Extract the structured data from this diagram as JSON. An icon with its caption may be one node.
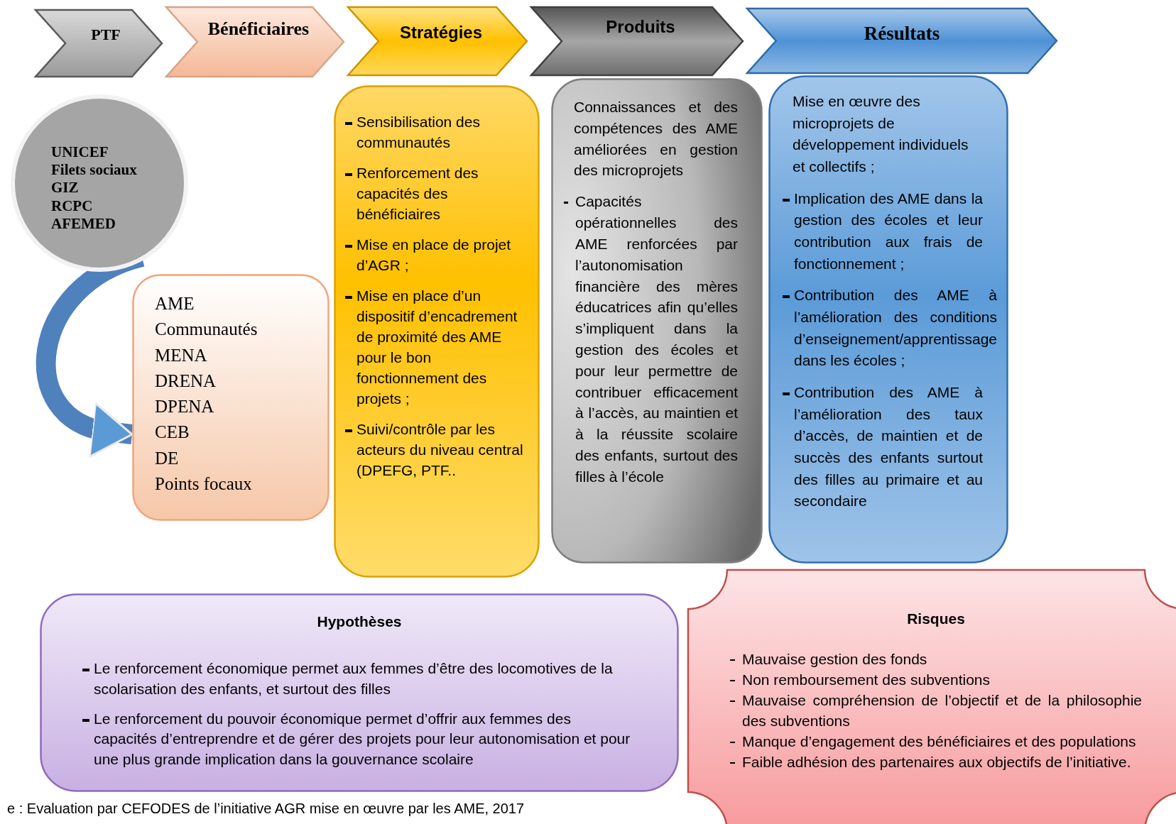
{
  "diagram": {
    "caption": "e : Evaluation par CEFODES de l’initiative AGR mise en œuvre par les AME, 2017",
    "nodes": [
      {
        "text": [
          "PTF"
        ]
      },
      {
        "text": [
          "Bénéficiaires"
        ]
      },
      {
        "text": [
          "Stratégies"
        ]
      },
      {
        "text": [
          "Produits"
        ]
      },
      {
        "text": [
          "Résultats"
        ]
      },
      {
        "text": [
          "UNICEF",
          "Filets sociaux",
          "GIZ",
          "RCPC",
          "AFEMED"
        ]
      },
      {
        "text": [
          "AME",
          "Communautés",
          "MENA",
          "DRENA",
          "DPENA",
          "CEB",
          "DE",
          "Points focaux"
        ]
      },
      {
        "text": [
          "Sensibilisation des communautés",
          "Renforcement des capacités des bénéficiaires",
          " Mise en place de projet d’AGR ;",
          "Mise en place d’un dispositif d’encadrement de proximité des AME pour le bon fonctionnement des projets ;",
          "Suivi/contrôle par les acteurs du niveau central (DPEFG, PTF.."
        ]
      },
      {
        "text": [
          "Connaissances et des compétences des AME améliorées en gestion des microprojets",
          "Capacités opérationnelles des AME renforcées par l’autonomisation financière des mères éducatrices afin qu’elles s’impliquent dans la gestion des écoles et pour leur permettre de contribuer efficacement à l’accès, au maintien et à la réussite scolaire des enfants, surtout des filles à l’école"
        ]
      },
      {
        "text": [
          "Mise en œuvre des microprojets de développement individuels et collectifs ;",
          "Implication des AME dans la gestion des écoles et leur contribution aux frais de fonctionnement ;",
          "Contribution des AME à l’amélioration des conditions d’enseignement/apprentissage dans les écoles ;",
          "Contribution des AME à l’amélioration des taux d’accès, de maintien et de succès des enfants surtout des filles au primaire et au secondaire"
        ]
      },
      {
        "text": [
          "Hypothèses",
          "Le renforcement économique permet aux femmes d’être des locomotives de la scolarisation des enfants, et surtout des filles",
          "Le renforcement du pouvoir économique permet d’offrir aux femmes des capacités d’entreprendre et de gérer des projets pour leur autonomisation et pour une plus grande implication dans la gouvernance scolaire"
        ]
      },
      {
        "text": [
          "Risques",
          "Mauvaise gestion des fonds",
          "Non remboursement des subventions",
          "Mauvaise compréhension de l’objectif et de la philosophie des subventions",
          "Manque d’engagement des bénéficiaires et des populations",
          "Faible adhésion des partenaires aux objectifs de l’initiative."
        ]
      }
    ],
    "edges": [
      {
        "from": 5,
        "to": 6,
        "arrow": "to"
      }
    ]
  }
}
